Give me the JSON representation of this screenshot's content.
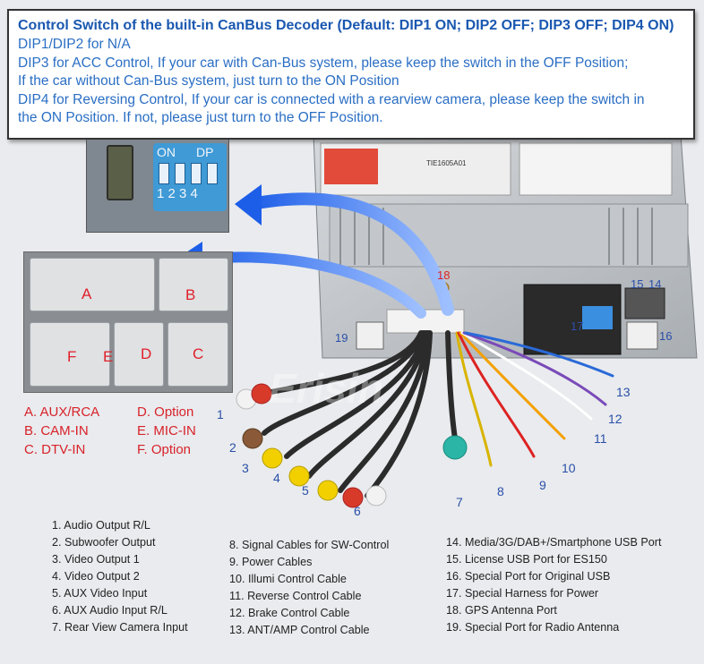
{
  "callout": {
    "title": "Control Switch of the built-in CanBus Decoder (Default: DIP1 ON; DIP2 OFF; DIP3 OFF; DIP4 ON)",
    "lines": [
      "DIP1/DIP2 for N/A",
      "DIP3 for ACC Control, If your car with Can-Bus system, please keep the switch in the OFF Position;",
      "If the car without Can-Bus system, just turn to the ON Position",
      "DIP4 for Reversing Control, If your car is connected with a rearview camera, please keep the switch in",
      "the ON Position. If not, please just turn to the OFF Position."
    ]
  },
  "dip_switch": {
    "on": "ON",
    "dp": "DP",
    "numbers": "1 2 3 4"
  },
  "connector_blocks": {
    "a": "A",
    "b": "B",
    "c": "C",
    "d": "D",
    "e": "E",
    "f": "F"
  },
  "connector_legend": {
    "a": "A. AUX/RCA",
    "b": "B. CAM-IN",
    "c": "C. DTV-IN",
    "d": "D. Option",
    "e": "E. MIC-IN",
    "f": "F. Option"
  },
  "unit_labels": {
    "model": "TIE1605A01",
    "brand": "Erisin"
  },
  "port_numbers": [
    "1",
    "2",
    "3",
    "4",
    "5",
    "6",
    "7",
    "8",
    "9",
    "10",
    "11",
    "12",
    "13",
    "14",
    "15",
    "16",
    "17",
    "18",
    "19"
  ],
  "parts_left": [
    "1. Audio Output R/L",
    "2. Subwoofer Output",
    "3. Video Output 1",
    "4. Video Output 2",
    "5. AUX Video Input",
    "6. AUX Audio Input R/L",
    "7. Rear View Camera Input"
  ],
  "parts_middle": [
    "8. Signal Cables for SW-Control",
    "9. Power Cables",
    "10. Illumi Control Cable",
    "11. Reverse Control Cable",
    "12. Brake Control Cable",
    "13. ANT/AMP Control Cable"
  ],
  "parts_right": [
    "14. Media/3G/DAB+/Smartphone USB Port",
    "15. License USB Port for ES150",
    "16. Special Port for Original USB",
    "17. Special Harness for Power",
    "18. GPS Antenna Port",
    "19. Special Port for Radio Antenna"
  ],
  "colors": {
    "callout_text": "#2a6ec4",
    "legend_red": "#d8222a",
    "number_blue": "#2a4fa8",
    "arrow_blue": "#1d5ee8"
  }
}
